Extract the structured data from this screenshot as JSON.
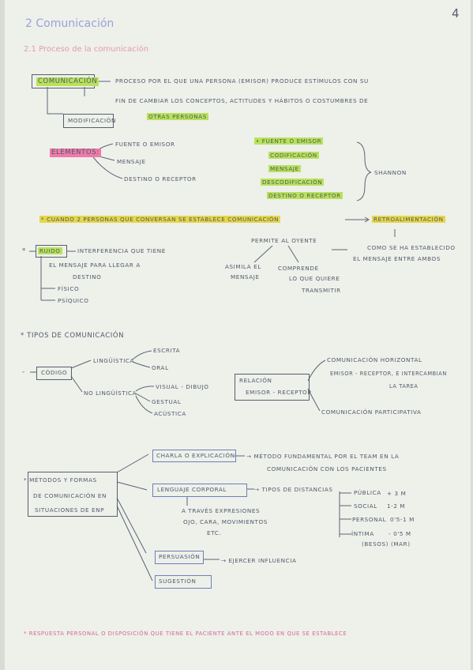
{
  "page": {
    "number": "4"
  },
  "heading": {
    "title": "2 Comunicación",
    "subtitle": "2.1 Proceso de la comunicación"
  },
  "colors": {
    "green": "#b9e25a",
    "yellow": "#e6d64a",
    "pink": "#ef7aa9",
    "ink": "#4f5a6b",
    "lavender": "#6f7fb8"
  },
  "def": {
    "term": "Comunicación",
    "line1": "Proceso por el que una persona (emisor) produce estímulos con su",
    "line2": "fin de cambiar los conceptos, actitudes y hábitos o costumbres de",
    "line3": "otras personas",
    "modif": "Modificación"
  },
  "elementos": {
    "label": "Elementos:",
    "items": [
      "Fuente o emisor",
      "Mensaje",
      "Destino o receptor"
    ],
    "shannon_items": [
      "• Fuente o emisor",
      "Codificación",
      "Mensaje",
      "Descodificación",
      "Destino o receptor"
    ],
    "shannon": "Shannon"
  },
  "cuando": {
    "text": "* Cuando 2 personas que conversan se establece comunicación",
    "retro": "Retroalimentación"
  },
  "ruido": {
    "label": "Ruido",
    "desc1": "interferencia que tiene",
    "desc2": "el mensaje para llegar a",
    "desc3": "destino",
    "fisico": "Físico",
    "psiquico": "Psíquico"
  },
  "permite": {
    "top": "Permite al oyente",
    "left1": "Asimila el",
    "left2": "mensaje",
    "mid1": "Comprende",
    "mid2": "lo que quiere",
    "mid3": "transmitir",
    "right1": "Como se ha establecido",
    "right2": "el mensaje entre ambos"
  },
  "tipos": {
    "title": "* Tipos de comunicación",
    "codigo": "Código",
    "linguistica": "Lingüística",
    "escrita": "Escrita",
    "oral": "Oral",
    "no_linguistica": "No lingüística",
    "visual": "Visual - dibujo",
    "gestual": "Gestual",
    "acustica": "Acústica",
    "relacion": "Relación",
    "emisor_receptor": "Emisor - Receptor",
    "horizontal": "Comunicación horizontal",
    "h_sub1": "Emisor - Receptor, e intercambian",
    "h_sub2": "la tarea",
    "participativa": "Comunicación participativa"
  },
  "metodos": {
    "main1": "* Métodos y formas",
    "main2": "de comunicación en",
    "main3": "situaciones de ENP",
    "charla": "Charla o explicación",
    "charla_desc1": "→ Método fundamental por el team en la",
    "charla_desc2": "comunicación con los pacientes",
    "lenguaje": "Lenguaje corporal",
    "lenguaje_desc": "→ Tipos de distancias",
    "lenguaje_sub1": "A través expresiones",
    "lenguaje_sub2": "ojo, cara, movimientos",
    "lenguaje_sub3": "etc.",
    "distancias": [
      {
        "name": "Pública",
        "value": "+ 3 m"
      },
      {
        "name": "Social",
        "value": "1-2 m"
      },
      {
        "name": "Personal",
        "value": "0'5-1 m"
      },
      {
        "name": "Íntima",
        "value": "- 0'5 m"
      }
    ],
    "intima_note": "(besos) (mar)",
    "persuasion": "Persuasión",
    "persuasion_desc": "→ Ejercer influencia",
    "sugestion": "Sugestión"
  },
  "footer": {
    "text": "* Respuesta personal o disposición que tiene el paciente ante el modo en que se establece"
  }
}
